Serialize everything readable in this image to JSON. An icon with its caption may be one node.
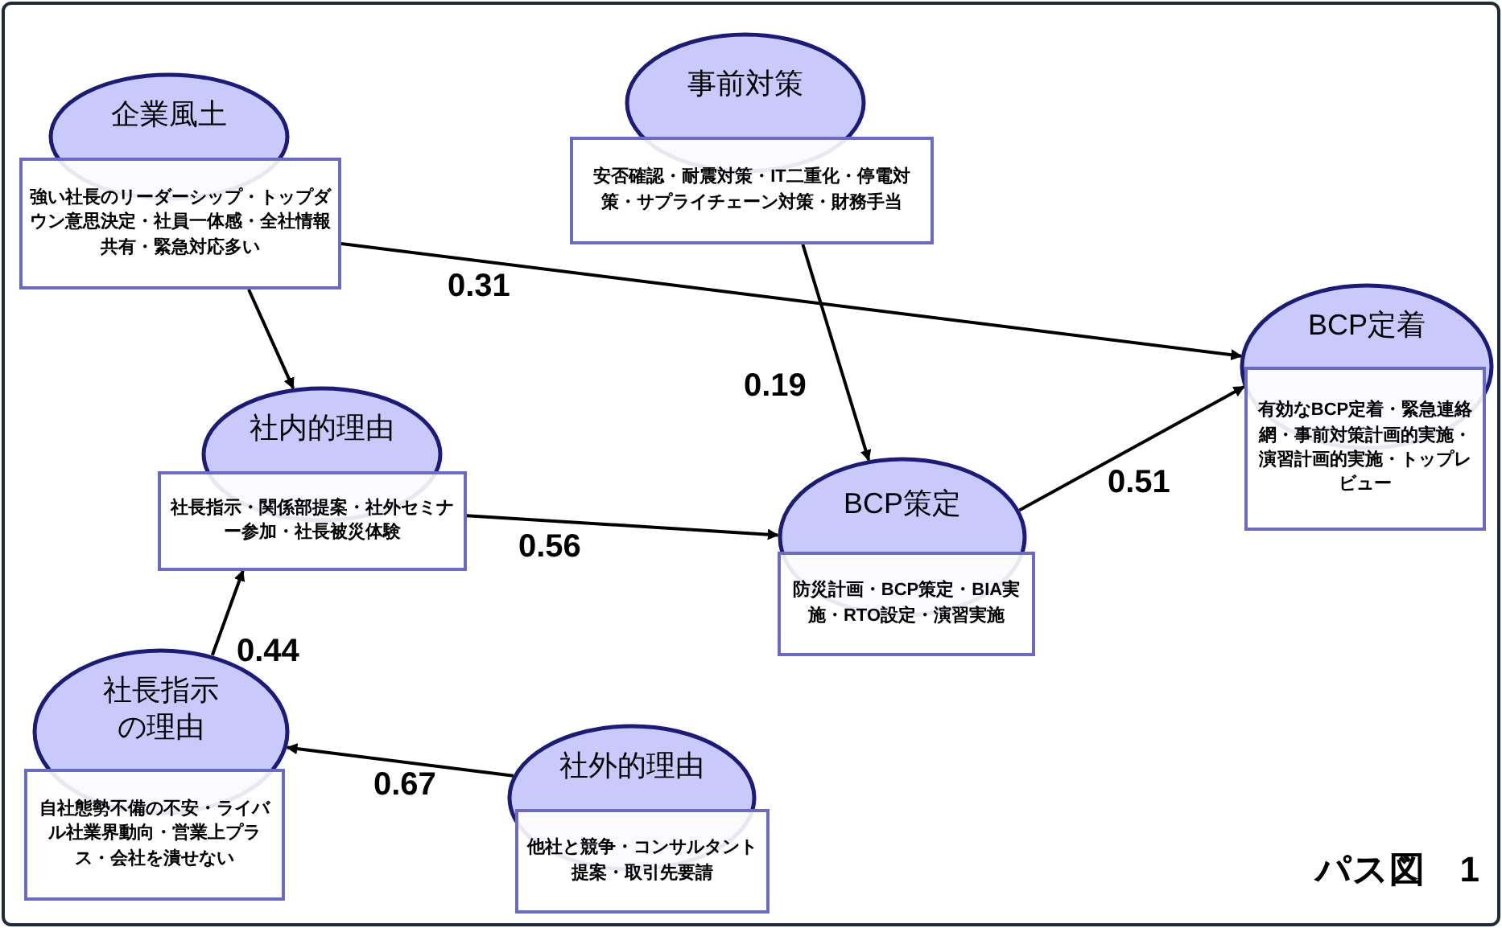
{
  "diagram": {
    "nodes": [
      {
        "text": [
          "企業風土",
          "強い社長のリーダーシップ・トップダウン意思決定・社員一体感・全社情報共有・緊急対応多い"
        ]
      },
      {
        "text": [
          "事前対策",
          "安否確認・耐震対策・IT二重化・停電対策・サプライチェーン対策・財務手当"
        ]
      },
      {
        "text": [
          "BCP定着",
          "有効なBCP定着・緊急連絡網・事前対策計画的実施・演習計画的実施・トップレビュー"
        ]
      },
      {
        "text": [
          "社内的理由",
          "社長指示・関係部提案・社外セミナー参加・社長被災体験"
        ]
      },
      {
        "text": [
          "BCP策定",
          "防災計画・BCP策定・BIA実施・RTO設定・演習実施"
        ]
      },
      {
        "text": [
          "社長指示の理由",
          "自社態勢不備の不安・ライバル社業界動向・営業上プラス・会社を潰せない"
        ]
      },
      {
        "text": [
          "社外的理由",
          "他社と競争・コンサルタント提案・取引先要請"
        ]
      }
    ],
    "edges": [
      {
        "from": 0,
        "to": 3,
        "arrow": "to"
      },
      {
        "from": 0,
        "to": 2,
        "arrow": "to",
        "label": "0.31"
      },
      {
        "from": 1,
        "to": 4,
        "arrow": "to",
        "label": "0.19"
      },
      {
        "from": 3,
        "to": 4,
        "arrow": "to",
        "label": "0.56"
      },
      {
        "from": 4,
        "to": 2,
        "arrow": "to",
        "label": "0.51"
      },
      {
        "from": 5,
        "to": 3,
        "arrow": "to",
        "label": "0.44"
      },
      {
        "from": 6,
        "to": 5,
        "arrow": "to",
        "label": "0.67"
      }
    ],
    "labels": [
      "パス図　1"
    ]
  }
}
